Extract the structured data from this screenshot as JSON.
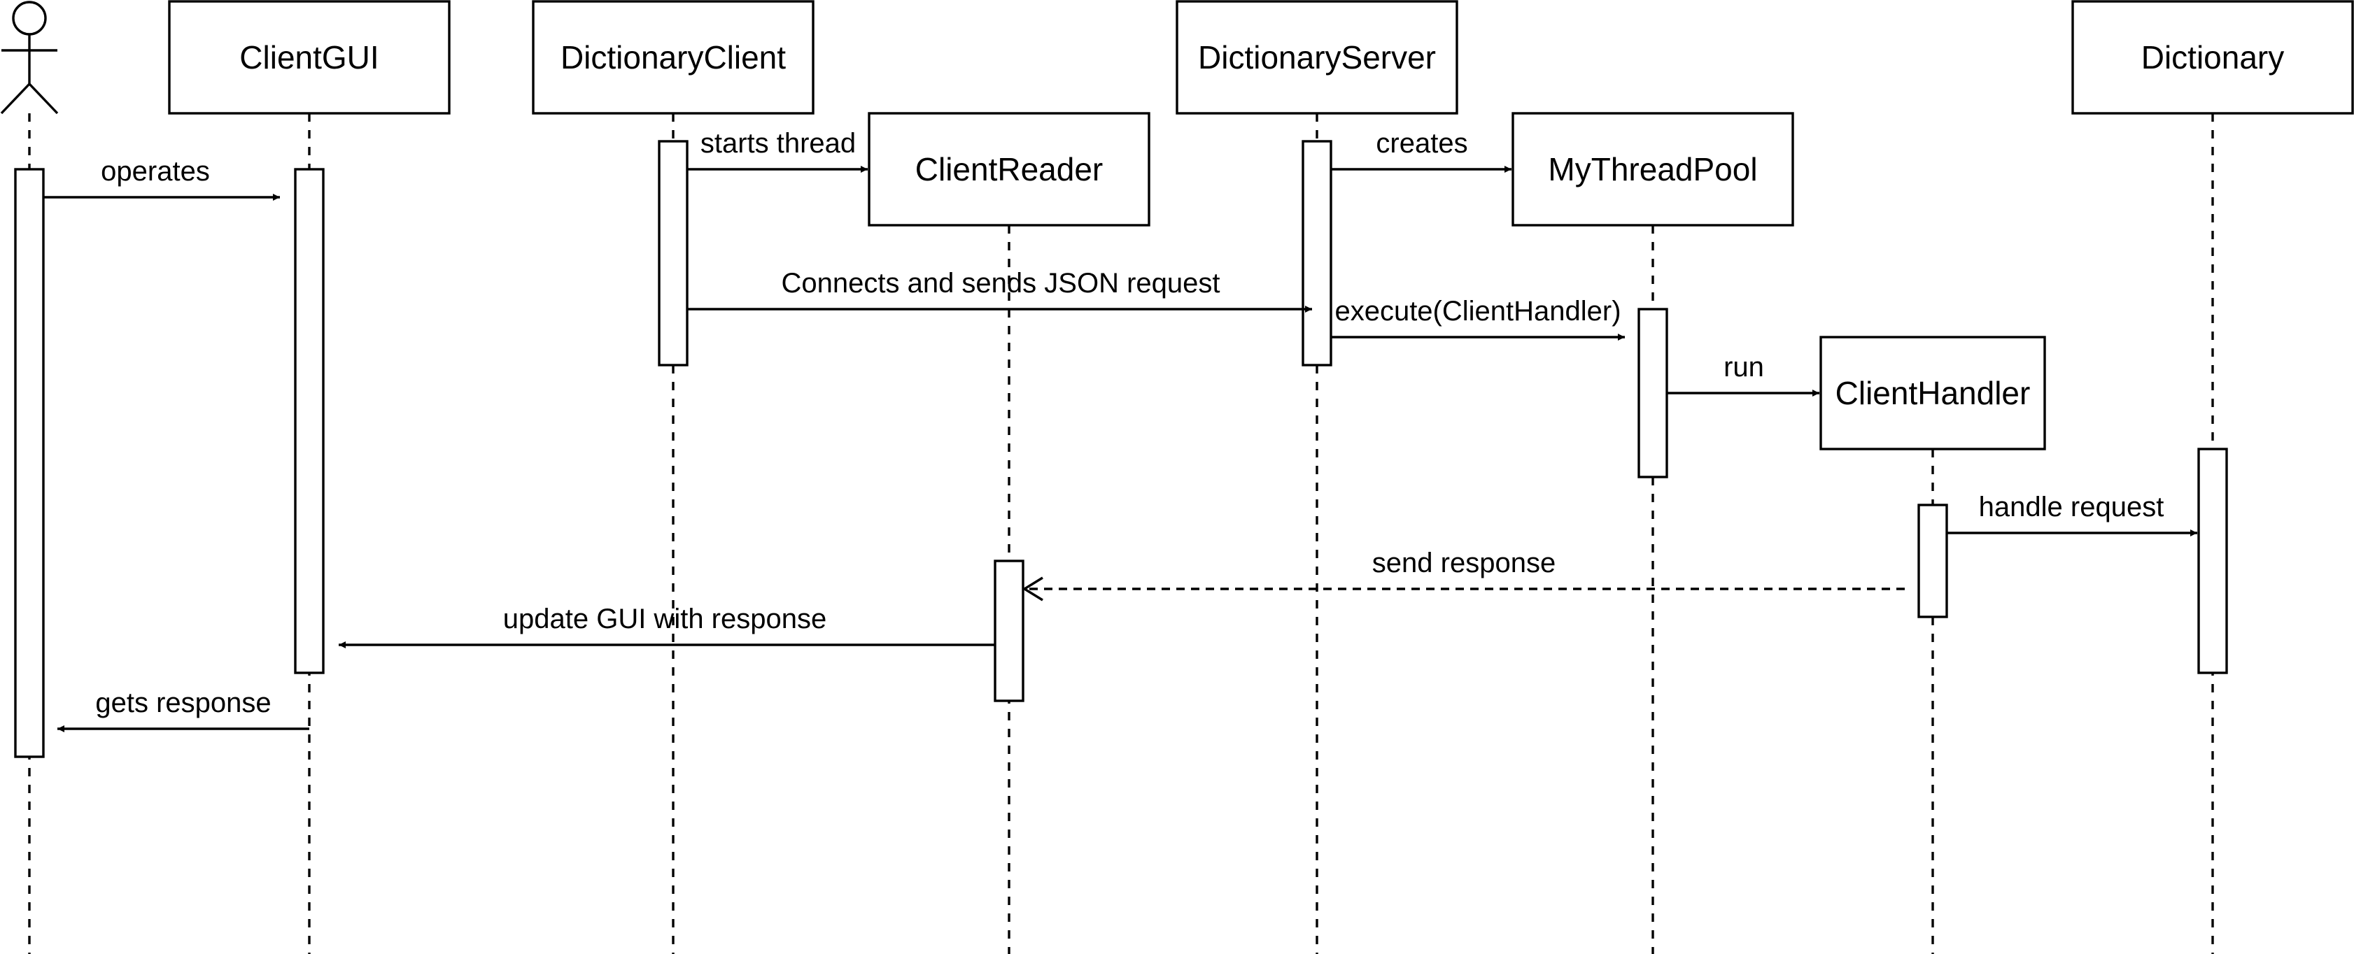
{
  "participants": [
    {
      "id": "actor",
      "kind": "actor",
      "label": ""
    },
    {
      "id": "clientgui",
      "kind": "box",
      "label": "ClientGUI"
    },
    {
      "id": "dictclient",
      "kind": "box",
      "label": "DictionaryClient"
    },
    {
      "id": "clientreader",
      "kind": "box",
      "label": "ClientReader"
    },
    {
      "id": "dictserver",
      "kind": "box",
      "label": "DictionaryServer"
    },
    {
      "id": "threadpool",
      "kind": "box",
      "label": "MyThreadPool"
    },
    {
      "id": "clienthandler",
      "kind": "box",
      "label": "ClientHandler"
    },
    {
      "id": "dictionary",
      "kind": "box",
      "label": "Dictionary"
    }
  ],
  "messages": [
    {
      "from": "actor",
      "to": "clientgui",
      "label": "operates",
      "style": "solid"
    },
    {
      "from": "dictclient",
      "to": "clientreader",
      "label": "starts thread",
      "style": "solid"
    },
    {
      "from": "dictserver",
      "to": "threadpool",
      "label": "creates",
      "style": "solid"
    },
    {
      "from": "dictclient",
      "to": "dictserver",
      "label": "Connects and sends JSON request",
      "style": "solid"
    },
    {
      "from": "dictserver",
      "to": "threadpool",
      "label": "execute(ClientHandler)",
      "style": "solid"
    },
    {
      "from": "threadpool",
      "to": "clienthandler",
      "label": "run",
      "style": "solid"
    },
    {
      "from": "clienthandler",
      "to": "dictionary",
      "label": "handle request",
      "style": "solid"
    },
    {
      "from": "clienthandler",
      "to": "clientreader",
      "label": "send response",
      "style": "dashed"
    },
    {
      "from": "clientreader",
      "to": "clientgui",
      "label": "update GUI with response",
      "style": "solid"
    },
    {
      "from": "clientgui",
      "to": "actor",
      "label": "gets response",
      "style": "solid"
    }
  ]
}
